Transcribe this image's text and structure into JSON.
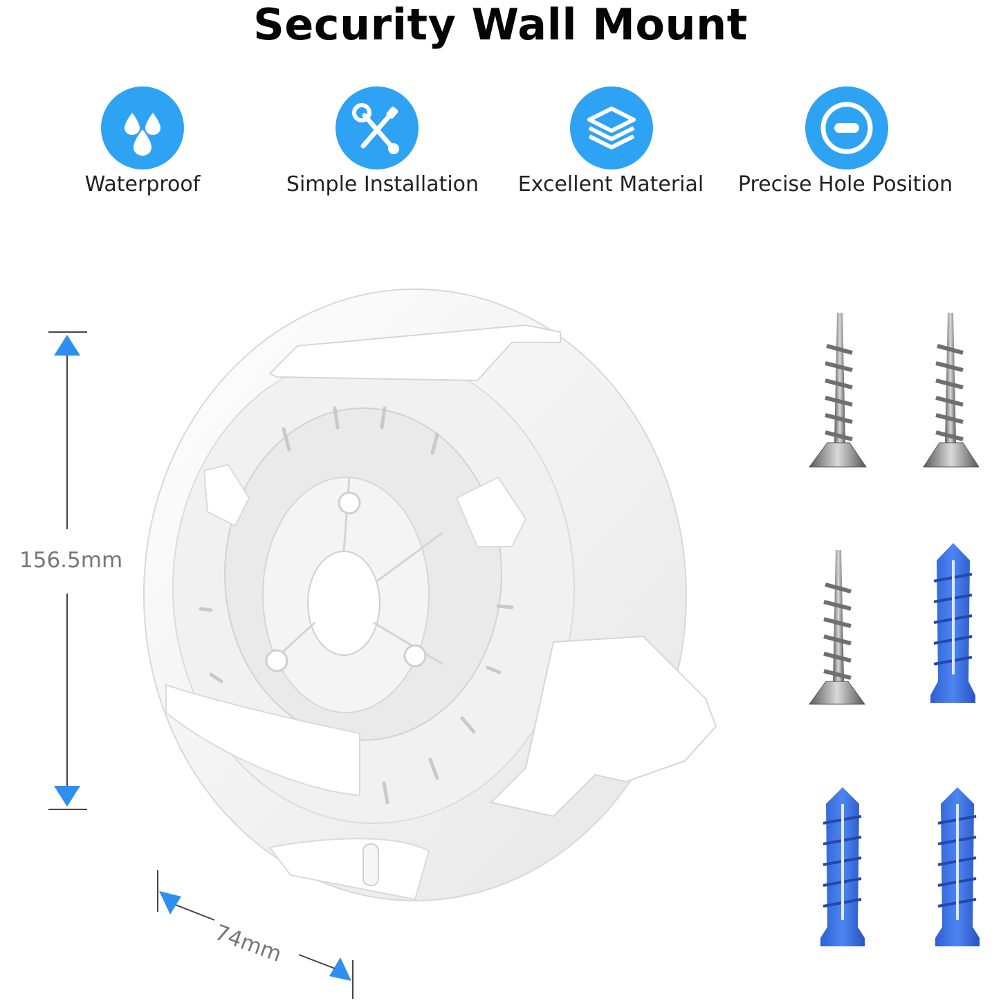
{
  "title": "Security Wall Mount",
  "features": [
    {
      "icon": "water-drops-icon",
      "label": "Waterproof"
    },
    {
      "icon": "wrench-screwdriver-icon",
      "label": "Simple Installation"
    },
    {
      "icon": "layers-icon",
      "label": "Excellent Material"
    },
    {
      "icon": "hole-position-icon",
      "label": "Precise Hole Position"
    }
  ],
  "dimensions": {
    "height": "156.5mm",
    "depth": "74mm"
  },
  "colors": {
    "accent": "#2fa3f3",
    "anchor_blue": "#3a6fe0",
    "screw_gray": "#8a8a8a"
  }
}
